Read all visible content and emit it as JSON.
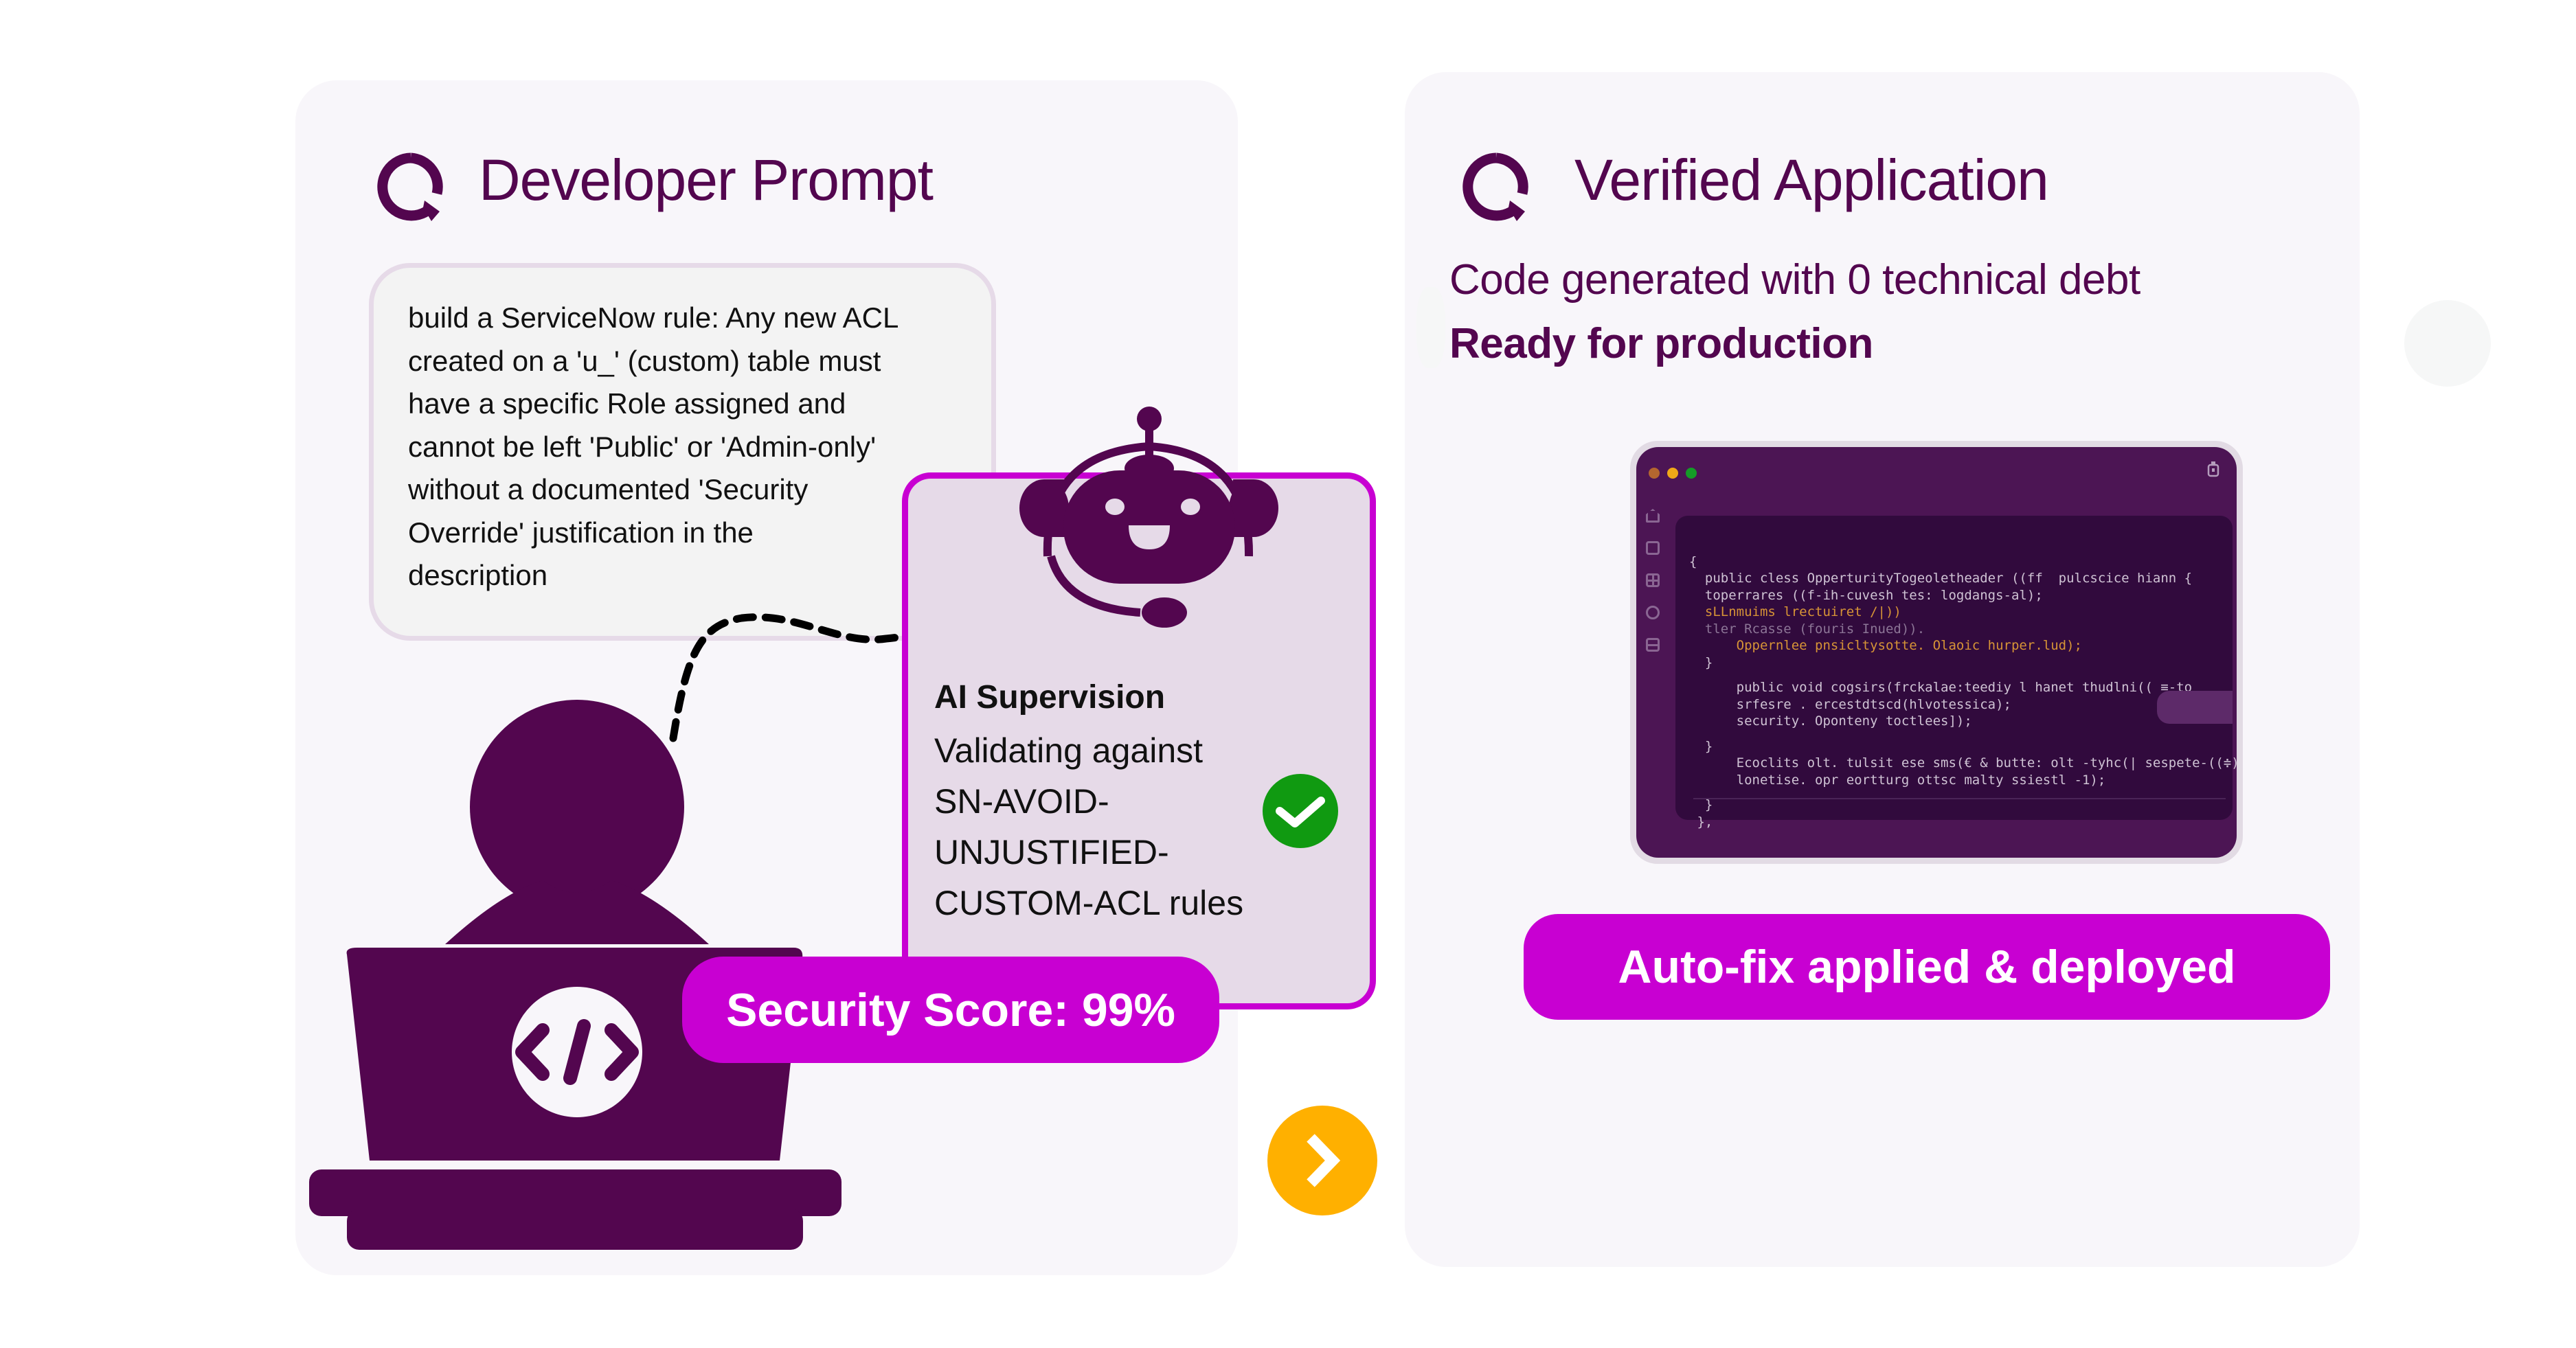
{
  "left_panel": {
    "title": "Developer Prompt",
    "logo_icon": "q-logo-icon",
    "prompt": {
      "text": "build a ServiceNow rule: Any new ACL created on a 'u_' (custom) table must have a specific Role assigned and cannot be left 'Public' or 'Admin-only' without a documented 'Security Override' justification in the description",
      "lines": [
        "build a ServiceNow rule: Any new ACL",
        "created on a 'u_' (custom) table must",
        "have a specific Role assigned and",
        "cannot be left 'Public' or 'Admin-only'",
        "without a documented 'Security",
        "Override' justification in the",
        "description"
      ]
    },
    "ai_supervision": {
      "title": "AI Supervision",
      "lines": [
        "Validating against",
        "SN-AVOID-",
        "UNJUSTIFIED-",
        "CUSTOM-ACL rules"
      ],
      "status_icon": "check-circle-icon",
      "status_color": "#109a11"
    },
    "security_score": {
      "label": "Security Score: 99%",
      "value": 99,
      "unit": "%"
    },
    "illustrations": [
      "developer-laptop-icon",
      "robot-headset-icon",
      "dashed-arrow"
    ]
  },
  "navigation": {
    "next_icon": "chevron-right-icon",
    "next_color": "#ffb000"
  },
  "right_panel": {
    "title": "Verified Application",
    "logo_icon": "q-logo-icon",
    "subtitle": "Code generated with 0 technical debt",
    "status": "Ready for production",
    "code_editor": {
      "window_dots": [
        "#b4662f",
        "#f0a818",
        "#149c27"
      ],
      "sidebar_icons": [
        "home-icon",
        "square-icon",
        "grid-icon",
        "award-icon",
        "list-icon"
      ],
      "lines": [
        "{",
        "  public cless OpperturityTogeoletheader ((ff  pulcscice hiann {",
        "  toperrares ((f-ih-cuvesh tes: logdangs-al);",
        "  sLLnmuims lrectuiret /|))",
        "  tler Rcasse (fouris Inued)).",
        "      Oppernlee pnsicltysotte. Olaoic hurper.lud);",
        "  }",
        "      public void cogsirs(frckalae:teediy l hanet thudlni(( ≡-to",
        "      srfesre . ercestdtscd(hlvotessica);",
        "      security. Oponteny toctlees]);",
        "  }",
        "      Ecoclits olt. tulsit ese sms(€ & butte: olt -tyhc(| sespete-((≑))",
        "      lonetise. opr eortturg ottsc malty ssiestl -1);",
        "  }",
        " },"
      ]
    },
    "autofix_button": {
      "label": "Auto-fix applied & deployed"
    }
  },
  "colors": {
    "brand_dark": "#53064f",
    "accent_magenta": "#c800d2",
    "card_bg": "#f8f6fa",
    "ai_box_bg": "#e6dae8",
    "next_yellow": "#ffb000",
    "check_green": "#109a11"
  }
}
